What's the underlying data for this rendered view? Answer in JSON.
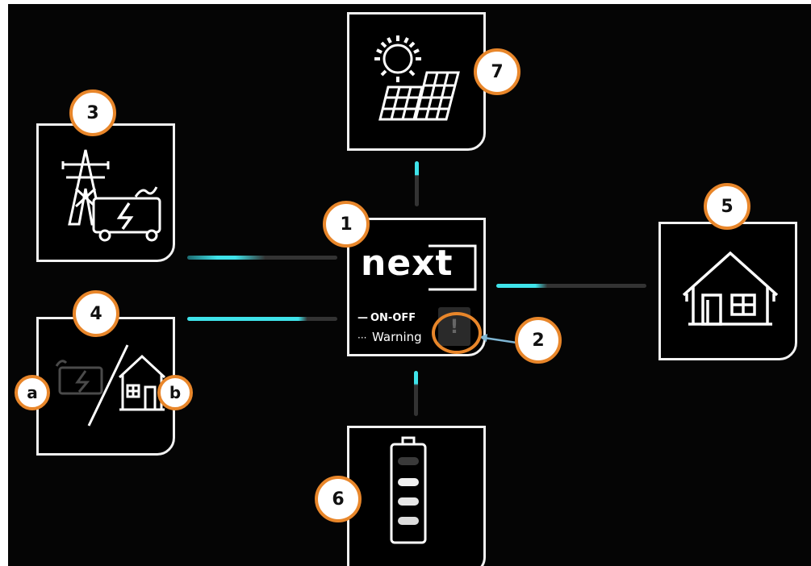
{
  "logo": "next",
  "legend": {
    "on_off": "ON-OFF",
    "warning": "Warning",
    "on_off_marker": "—",
    "warning_marker": "···"
  },
  "warning_symbol": "!",
  "callouts": {
    "main_unit": "1",
    "warning_indicator": "2",
    "grid_generator": "3",
    "backup_output": "4",
    "backup_a": "a",
    "backup_b": "b",
    "home": "5",
    "battery": "6",
    "solar": "7"
  },
  "colors": {
    "background": "#050505",
    "box_border": "#f2f2f2",
    "flow_active": "#3fe3ea",
    "flow_inactive": "#333333",
    "callout_ring": "#e8862a",
    "arrow": "#7fb6d4"
  },
  "icons": [
    "grid-tower-generator-icon",
    "backup-icon",
    "home-icon",
    "battery-icon",
    "solar-panel-icon",
    "warning-icon"
  ]
}
